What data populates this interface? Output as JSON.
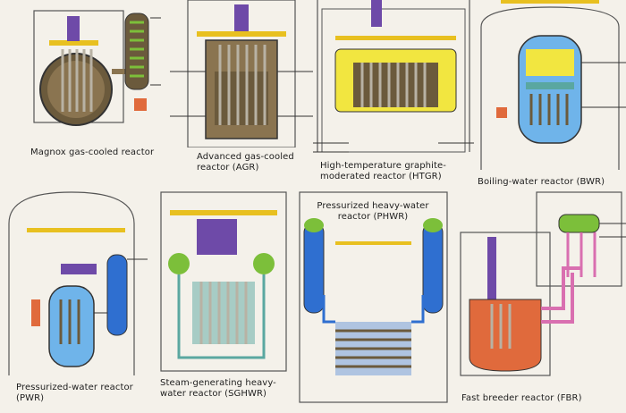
{
  "reactors": [
    {
      "id": "magnox",
      "caption_lines": [
        "Magnox gas-cooled reactor"
      ]
    },
    {
      "id": "agr",
      "caption_lines": [
        "Advanced gas-cooled",
        "reactor (AGR)"
      ]
    },
    {
      "id": "htgr",
      "caption_lines": [
        "High-temperature graphite-",
        "moderated reactor (HTGR)"
      ]
    },
    {
      "id": "bwr",
      "caption_lines": [
        "Boiling-water reactor (BWR)"
      ]
    },
    {
      "id": "pwr",
      "caption_lines": [
        "Pressurized-water reactor",
        "(PWR)"
      ]
    },
    {
      "id": "sghwr",
      "caption_lines": [
        "Steam-generating heavy-",
        "water reactor (SGHWR)"
      ]
    },
    {
      "id": "phwr",
      "caption_lines": [
        "Pressurized heavy-water",
        "reactor (PHWR)"
      ]
    },
    {
      "id": "fbr",
      "caption_lines": [
        "Fast breeder reactor (FBR)"
      ]
    }
  ],
  "colors": {
    "outline": "#555555",
    "graphite": "#6b5a3c",
    "rods": "#b8b2a4",
    "crane": "#e8c020",
    "drive": "#6e4aa8",
    "steam_generator": "#7cbf3a",
    "coolant_pipe": "#5aa7a0",
    "heavy_water": "#2f6fd0",
    "water": "#6fb4ea",
    "hot_sodium": "#e06a3c",
    "sodium_loop": "#d96fb0",
    "htgr_yellow": "#f2e640",
    "arrow": "#333333"
  }
}
